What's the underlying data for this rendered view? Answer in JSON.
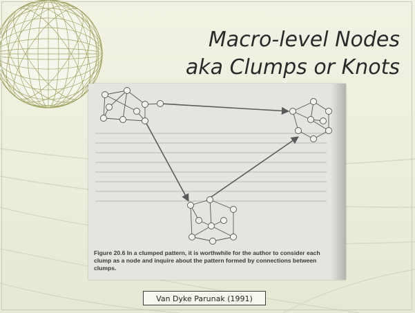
{
  "slide": {
    "title_line1": "Macro-level Nodes",
    "title_line2": "aka Clumps or Knots",
    "caption": "Figure 20.6  In a clumped pattern, it is worthwhile for the author to consider each clump as a node and inquire about the pattern formed by connections between clumps.",
    "citation": "Van Dyke Parunak (1991)"
  }
}
